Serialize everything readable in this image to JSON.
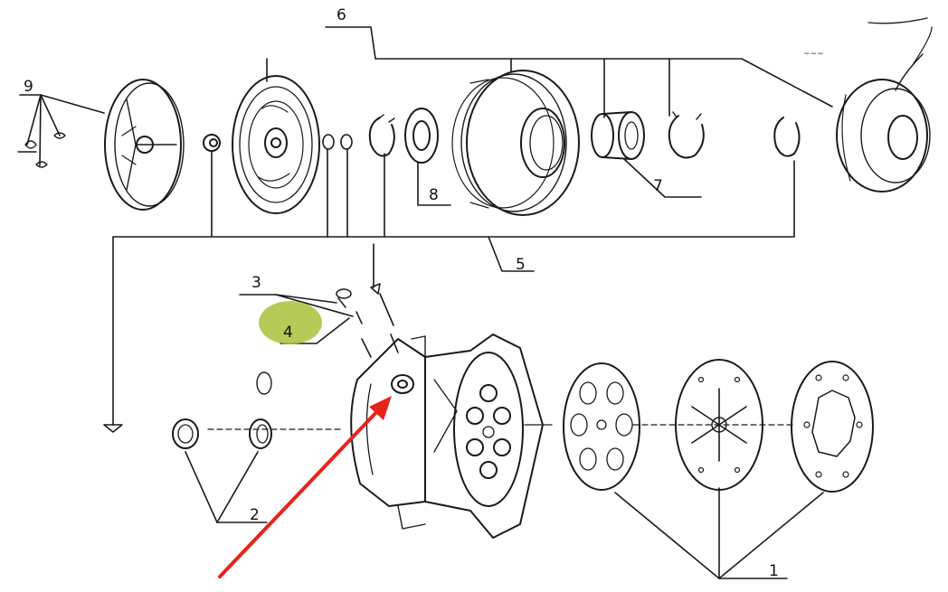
{
  "callouts": {
    "c1": "1",
    "c2": "2",
    "c3": "3",
    "c4": "4",
    "c5": "5",
    "c6": "6",
    "c7": "7",
    "c8": "8",
    "c9": "9"
  },
  "colors": {
    "line": "#1a1a1a",
    "highlight": "#a8c23a",
    "arrow": "#e8231a"
  },
  "icons": {
    "pointer": "red-arrow-icon",
    "highlight": "highlight-ellipse"
  }
}
